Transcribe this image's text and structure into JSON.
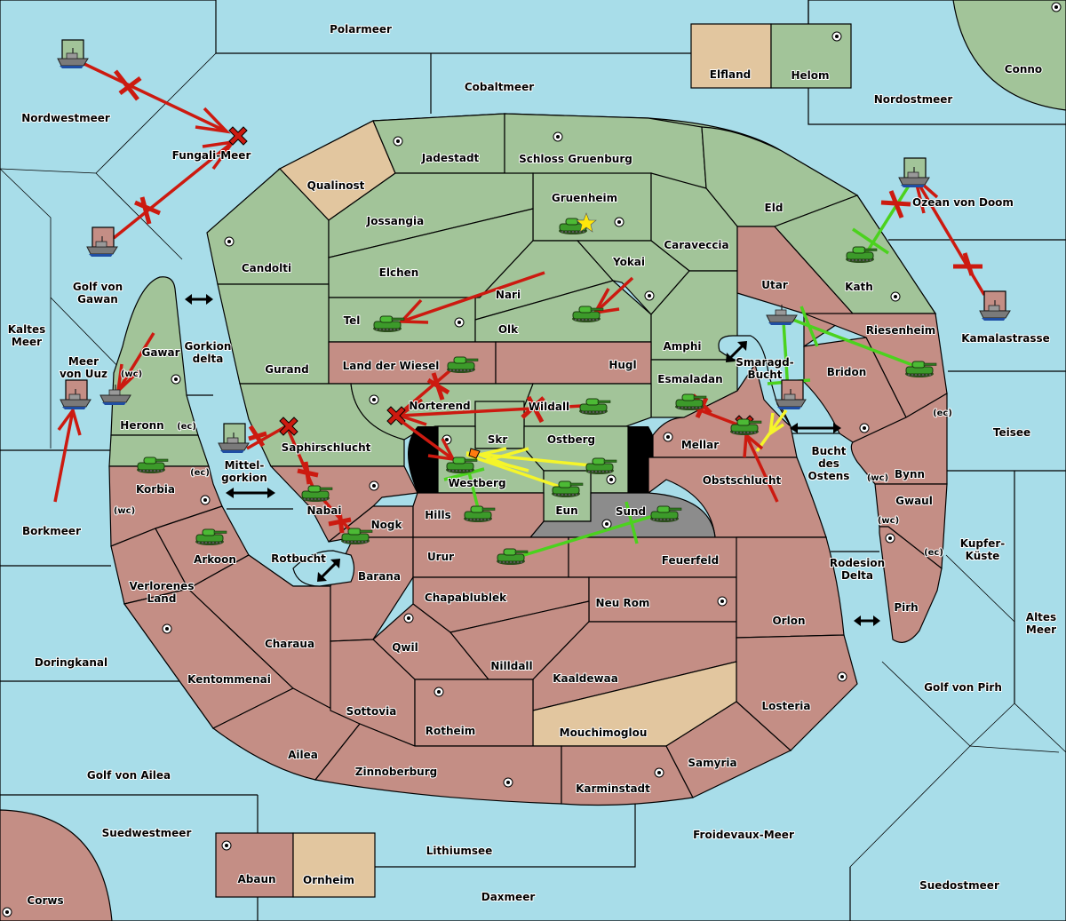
{
  "map": {
    "colors": {
      "sea": "#a8dde9",
      "power_green": "#a2c499",
      "power_red": "#c48e85",
      "neutral": "#e2c69f",
      "impassable": "#8c8c8c",
      "order_failed": "#cc1a10",
      "order_support": "#4bd21e",
      "order_convoy": "#f5f52a"
    },
    "sea_labels": {
      "polarmeer": "Polarmeer",
      "cobaltmeer": "Cobaltmeer",
      "nordwestmeer": "Nordwestmeer",
      "fungali": "Fungali-Meer",
      "nordostmeer": "Nordostmeer",
      "ozean_doom": "Ozean von Doom",
      "golf_gawan_1": "Golf von",
      "golf_gawan_2": "Gawan",
      "kaltes_1": "Kaltes",
      "kaltes_2": "Meer",
      "uuz_1": "Meer",
      "uuz_2": "von Uuz",
      "gorkion_delta_1": "Gorkion",
      "gorkion_delta_2": "delta",
      "mittelgorkion_1": "Mittel-",
      "mittelgorkion_2": "gorkion",
      "borkmeer": "Borkmeer",
      "rotbucht": "Rotbucht",
      "doringkanal": "Doringkanal",
      "golf_ailea": "Golf von Ailea",
      "suedwestmeer": "Suedwestmeer",
      "lithiumsee": "Lithiumsee",
      "daxmeer": "Daxmeer",
      "froidevaux": "Froidevaux-Meer",
      "suedostmeer": "Suedostmeer",
      "golf_pirh": "Golf von Pirh",
      "altes_1": "Altes",
      "altes_2": "Meer",
      "kupfer_1": "Kupfer-",
      "kupfer_2": "Küste",
      "teisee": "Teisee",
      "kamalastrasse": "Kamalastrasse",
      "rodesion_1": "Rodesion",
      "rodesion_2": "Delta",
      "bucht_ostens_1": "Bucht",
      "bucht_ostens_2": "des",
      "bucht_ostens_3": "Ostens",
      "smaragd_1": "Smaragd-",
      "smaragd_2": "Bucht"
    },
    "land_labels": {
      "elfland": "Elfland",
      "helom": "Helom",
      "conno": "Conno",
      "qualinost": "Qualinost",
      "jadestadt": "Jadestadt",
      "schloss": "Schloss Gruenburg",
      "gruenheim": "Gruenheim",
      "eld": "Eld",
      "jossangia": "Jossangia",
      "candolti": "Candolti",
      "caraveccia": "Caraveccia",
      "elchen": "Elchen",
      "yokai": "Yokai",
      "nari": "Nari",
      "utar": "Utar",
      "kath": "Kath",
      "tel": "Tel",
      "olk": "Olk",
      "amphi": "Amphi",
      "riesenheim": "Riesenheim",
      "gawar": "Gawar",
      "gurand": "Gurand",
      "wiesel": "Land der Wiesel",
      "hugl": "Hugl",
      "bridon": "Bridon",
      "esmaladan": "Esmaladan",
      "norterend": "Norterend",
      "wildall": "Wildall",
      "heronn": "Heronn",
      "skr": "Skr",
      "ostberg": "Ostberg",
      "mellar": "Mellar",
      "saphirschlucht": "Saphirschlucht",
      "westberg": "Westberg",
      "korbia": "Korbia",
      "obstschlucht": "Obstschlucht",
      "bynn": "Bynn",
      "hills": "Hills",
      "eun": "Eun",
      "sund": "Sund",
      "nabai": "Nabai",
      "gwaul": "Gwaul",
      "nogk": "Nogk",
      "arkoon": "Arkoon",
      "urur": "Urur",
      "feuerfeld": "Feuerfeld",
      "barana": "Barana",
      "verlorenes_1": "Verlorenes",
      "verlorenes_2": "Land",
      "chapablublek": "Chapablublek",
      "neu_rom": "Neu Rom",
      "pirh": "Pirh",
      "orlon": "Orlon",
      "charaua": "Charaua",
      "qwil": "Qwil",
      "nilldall": "Nilldall",
      "kentommenai": "Kentommenai",
      "kaaldewaa": "Kaaldewaa",
      "losteria": "Losteria",
      "sottovia": "Sottovia",
      "rotheim": "Rotheim",
      "mouchimoglou": "Mouchimoglou",
      "ailea": "Ailea",
      "zinnoberburg": "Zinnoberburg",
      "samyria": "Samyria",
      "karminstadt": "Karminstadt",
      "abaun": "Abaun",
      "ornheim": "Ornheim",
      "corws": "Corws"
    },
    "coast_labels": {
      "wc": "(wc)",
      "ec": "(ec)"
    }
  }
}
